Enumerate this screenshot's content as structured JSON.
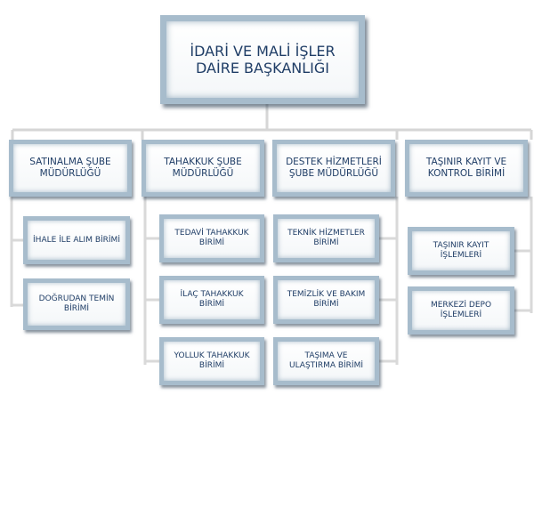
{
  "title": "İDARİ VE MALİ İŞLER DAİRE BAŞKANLIĞI",
  "departments": [
    {
      "name": "SATINALMA ŞUBE MÜDÜRLÜĞÜ",
      "units": [
        "İHALE İLE ALIM BİRİMİ",
        "DOĞRUDAN TEMİN BİRİMİ"
      ]
    },
    {
      "name": "TAHAKKUK ŞUBE MÜDÜRLÜĞÜ",
      "units": [
        "TEDAVİ TAHAKKUK BİRİMİ",
        "İLAÇ TAHAKKUK BİRİMİ",
        "YOLLUK TAHAKKUK BİRİMİ"
      ]
    },
    {
      "name": "DESTEK HİZMETLERİ ŞUBE MÜDÜRLÜĞÜ",
      "units": [
        "TEKNİK HİZMETLER BİRİMİ",
        "TEMİZLİK VE BAKIM BİRİMİ",
        "TAŞIMA VE ULAŞTIRMA BİRİMİ"
      ]
    },
    {
      "name": "TAŞINIR KAYIT VE KONTROL BİRİMİ",
      "units": [
        "TAŞINIR KAYIT İŞLEMLERİ",
        "MERKEZİ DEPO İŞLEMLERİ"
      ]
    }
  ],
  "colors": {
    "text": "#1f3d66",
    "border": "#a7bccc",
    "connector": "#d9d9d9"
  }
}
